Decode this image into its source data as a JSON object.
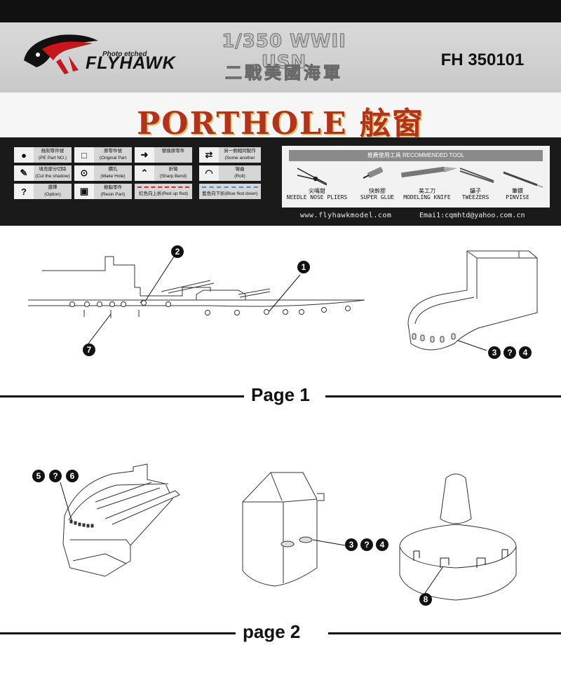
{
  "header": {
    "brand_sub": "Photo etched",
    "brand": "FLYHAWK",
    "subtitle_en": "1/350 WWII USN",
    "subtitle_zh": "二戰美國海軍",
    "code": "FH 350101",
    "title": "PORTHOLE 舷窗"
  },
  "legend": [
    {
      "icon": "●",
      "icon_name": "filled-circle-icon",
      "text": "蝕刻零件號\n(PE Part NO.)"
    },
    {
      "icon": "□",
      "icon_name": "square-outline-icon",
      "text": "原零件號\n(Original Part No.)"
    },
    {
      "icon": "➜",
      "icon_name": "arrow-right-icon",
      "text": "替換原零件"
    },
    {
      "icon": "⇄",
      "icon_name": "flip-side-icon",
      "text": "另一側相同製作\n(Some another side)"
    },
    {
      "icon": "✎",
      "icon_name": "knife-icon",
      "text": "填充部分切除\n(Cut the shadow)"
    },
    {
      "icon": "⊙",
      "icon_name": "drill-icon",
      "text": "鑽孔\n(Make Hole)"
    },
    {
      "icon": "⌃",
      "icon_name": "sharp-bend-icon",
      "text": "折彎\n(Sharp Bend)"
    },
    {
      "icon": "◠",
      "icon_name": "roll-icon",
      "text": "彎曲\n(Roll)"
    },
    {
      "icon": "?",
      "icon_name": "question-icon",
      "text": "選擇\n(Option)"
    },
    {
      "icon": "▣",
      "icon_name": "resin-part-icon",
      "text": "樹脂零件\n(Resin Part)"
    },
    {
      "icon": "",
      "icon_name": "red-dashed-line-icon",
      "text": "紅色向上折(Red up flod)"
    },
    {
      "icon": "",
      "icon_name": "blue-dashed-line-icon",
      "text": "藍色向下折(Blue flod down)"
    }
  ],
  "tools": {
    "heading": "推薦使用工具 RECOMMENDED TOOL",
    "items": [
      {
        "zh": "尖嘴鉗",
        "en": "NEEDLE NOSE PLIERS"
      },
      {
        "zh": "快幹膠",
        "en": "SUPER GLUE"
      },
      {
        "zh": "美工刀",
        "en": "MODELING KNIFE"
      },
      {
        "zh": "鑷子",
        "en": "TWEEZERS"
      },
      {
        "zh": "筆鑽",
        "en": "PINVISE"
      }
    ]
  },
  "contact": {
    "url": "www.flyhawkmodel.com",
    "email": "Emai1:cqmhtd@yahoo.com.cn"
  },
  "page1": {
    "label": "Page 1",
    "callouts": [
      "1",
      "2",
      "7",
      "3",
      "?",
      "4"
    ]
  },
  "page2": {
    "label": "page 2",
    "callouts": [
      "5",
      "?",
      "6",
      "3",
      "?",
      "4",
      "8"
    ]
  },
  "colors": {
    "title_red": "#b03320",
    "dark": "#111111",
    "header_grey": "#cfcfcf"
  }
}
